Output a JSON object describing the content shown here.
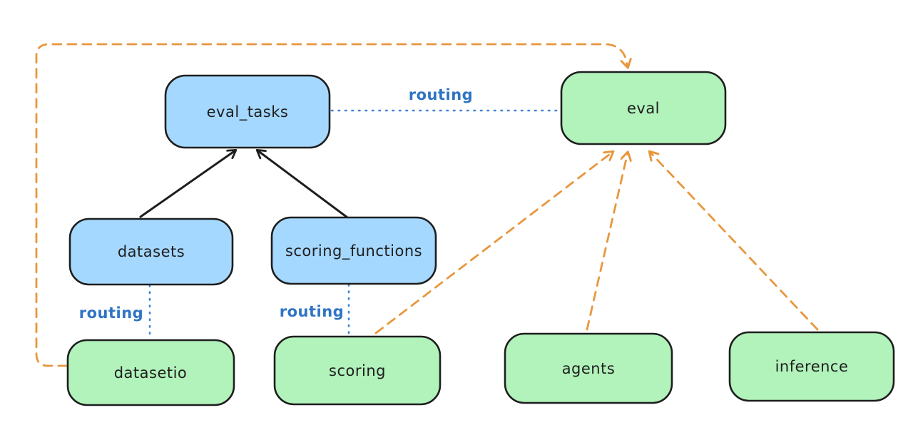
{
  "diagram": {
    "background": "#ffffff",
    "nodes": [
      {
        "id": "eval_tasks",
        "label": "eval_tasks",
        "kind": "resource",
        "fill_key": "blue"
      },
      {
        "id": "eval",
        "label": "eval",
        "kind": "api",
        "fill_key": "green"
      },
      {
        "id": "datasets",
        "label": "datasets",
        "kind": "resource",
        "fill_key": "blue"
      },
      {
        "id": "scoring_functions",
        "label": "scoring_functions",
        "kind": "resource",
        "fill_key": "blue"
      },
      {
        "id": "datasetio",
        "label": "datasetio",
        "kind": "api",
        "fill_key": "green"
      },
      {
        "id": "scoring",
        "label": "scoring",
        "kind": "api",
        "fill_key": "green"
      },
      {
        "id": "agents",
        "label": "agents",
        "kind": "api",
        "fill_key": "green"
      },
      {
        "id": "inference",
        "label": "inference",
        "kind": "api",
        "fill_key": "green"
      }
    ],
    "edges": [
      {
        "from": "datasets",
        "to": "eval_tasks",
        "style": "solid-black-arrow",
        "label": ""
      },
      {
        "from": "scoring_functions",
        "to": "eval_tasks",
        "style": "solid-black-arrow",
        "label": ""
      },
      {
        "from": "eval_tasks",
        "to": "eval",
        "style": "dotted-blue",
        "label": "routing"
      },
      {
        "from": "datasets",
        "to": "datasetio",
        "style": "dotted-blue",
        "label": "routing"
      },
      {
        "from": "scoring_functions",
        "to": "scoring",
        "style": "dotted-blue",
        "label": "routing"
      },
      {
        "from": "datasetio",
        "to": "eval",
        "style": "dashed-orange-arrow",
        "label": ""
      },
      {
        "from": "scoring",
        "to": "eval",
        "style": "dashed-orange-arrow",
        "label": ""
      },
      {
        "from": "agents",
        "to": "eval",
        "style": "dashed-orange-arrow",
        "label": ""
      },
      {
        "from": "inference",
        "to": "eval",
        "style": "dashed-orange-arrow",
        "label": ""
      }
    ]
  },
  "colors": {
    "node_blue_fill": "#a5d8ff",
    "node_green_fill": "#b2f2bb",
    "node_stroke": "#1e1e1e",
    "black_edge": "#1e1e1e",
    "orange_edge": "#e8973d",
    "blue_edge": "#4285d4",
    "routing_text": "#2f74c4"
  }
}
